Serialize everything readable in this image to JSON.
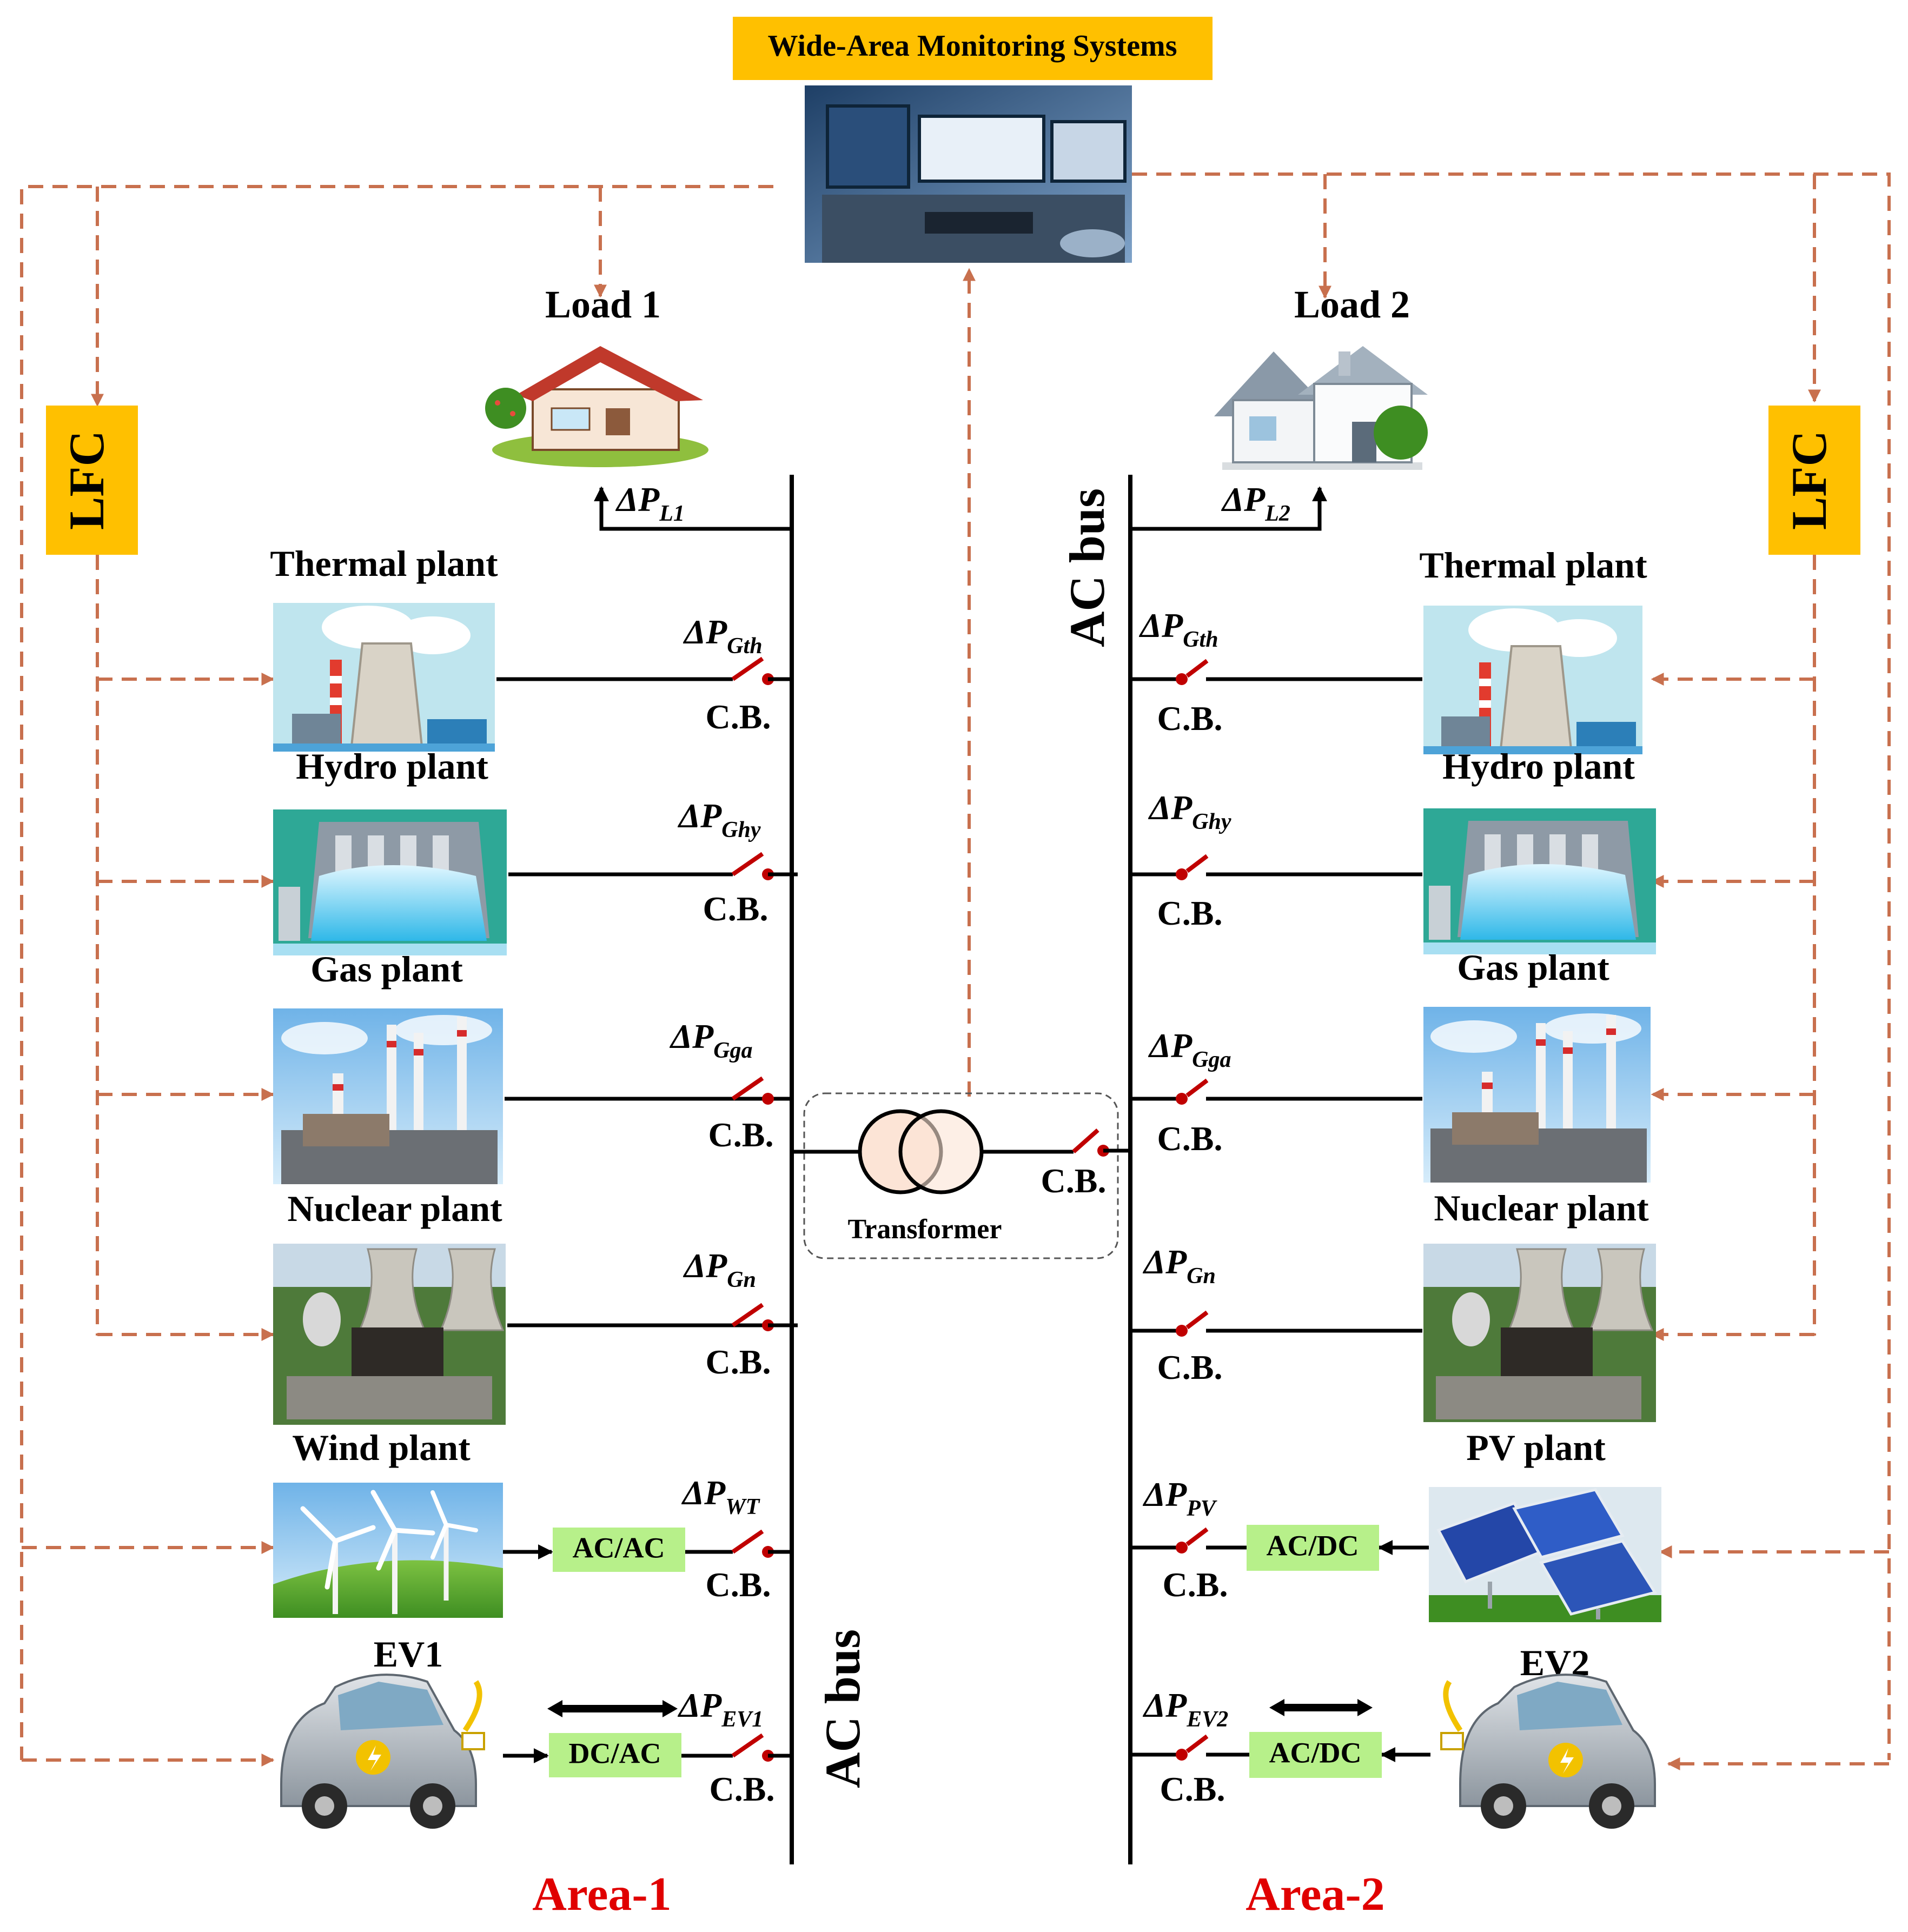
{
  "header": {
    "wams_label": "Wide-Area Monitoring Systems"
  },
  "areas": [
    {
      "label": "Area-1",
      "bus_label": "AC bus",
      "lfc_label": "LFC",
      "load_label": "Load 1",
      "load_symbol": "ΔP",
      "load_subscript": "L1",
      "units": [
        {
          "plant": "Thermal plant",
          "symbol": "ΔP",
          "subscript": "Gth",
          "breaker": "C.B.",
          "converter": ""
        },
        {
          "plant": "Hydro plant",
          "symbol": "ΔP",
          "subscript": "Ghy",
          "breaker": "C.B.",
          "converter": ""
        },
        {
          "plant": "Gas plant",
          "symbol": "ΔP",
          "subscript": "Gga",
          "breaker": "C.B.",
          "converter": ""
        },
        {
          "plant": "Nuclear plant",
          "symbol": "ΔP",
          "subscript": "Gn",
          "breaker": "C.B.",
          "converter": ""
        },
        {
          "plant": "Wind plant",
          "symbol": "ΔP",
          "subscript": "WT",
          "breaker": "C.B.",
          "converter": "AC/AC"
        },
        {
          "plant": "EV1",
          "symbol": "ΔP",
          "subscript": "EV1",
          "breaker": "C.B.",
          "converter": "DC/AC"
        }
      ]
    },
    {
      "label": "Area-2",
      "bus_label": "AC bus",
      "lfc_label": "LFC",
      "load_label": "Load 2",
      "load_symbol": "ΔP",
      "load_subscript": "L2",
      "units": [
        {
          "plant": "Thermal plant",
          "symbol": "ΔP",
          "subscript": "Gth",
          "breaker": "C.B.",
          "converter": ""
        },
        {
          "plant": "Hydro plant",
          "symbol": "ΔP",
          "subscript": "Ghy",
          "breaker": "C.B.",
          "converter": ""
        },
        {
          "plant": "Gas plant",
          "symbol": "ΔP",
          "subscript": "Gga",
          "breaker": "C.B.",
          "converter": ""
        },
        {
          "plant": "Nuclear plant",
          "symbol": "ΔP",
          "subscript": "Gn",
          "breaker": "C.B.",
          "converter": ""
        },
        {
          "plant": "PV plant",
          "symbol": "ΔP",
          "subscript": "PV",
          "breaker": "C.B.",
          "converter": "AC/DC"
        },
        {
          "plant": "EV2",
          "symbol": "ΔP",
          "subscript": "EV2",
          "breaker": "C.B.",
          "converter": "AC/DC"
        }
      ]
    }
  ],
  "tie": {
    "transformer_label": "Transformer",
    "breaker": "C.B."
  },
  "colors": {
    "dashed_signal": "#C8704E",
    "lfc_fill": "#FFC000",
    "converter_fill": "#B7F08A",
    "breaker_red": "#C00000",
    "area_label": "#E00000",
    "transformer_fill": "#FCE4D6"
  },
  "icons": {
    "wams": "control-room-monitors-photo",
    "load_1": "house-with-red-roof-icon",
    "load_2": "house-with-grey-roof-icon",
    "thermal": "thermal-plant-icon",
    "hydro": "hydro-dam-icon",
    "gas": "gas-plant-smokestacks-photo",
    "nuclear": "nuclear-cooling-towers-photo",
    "wind": "wind-turbines-photo",
    "pv": "solar-panels-photo",
    "ev": "electric-car-with-plug-icon"
  }
}
